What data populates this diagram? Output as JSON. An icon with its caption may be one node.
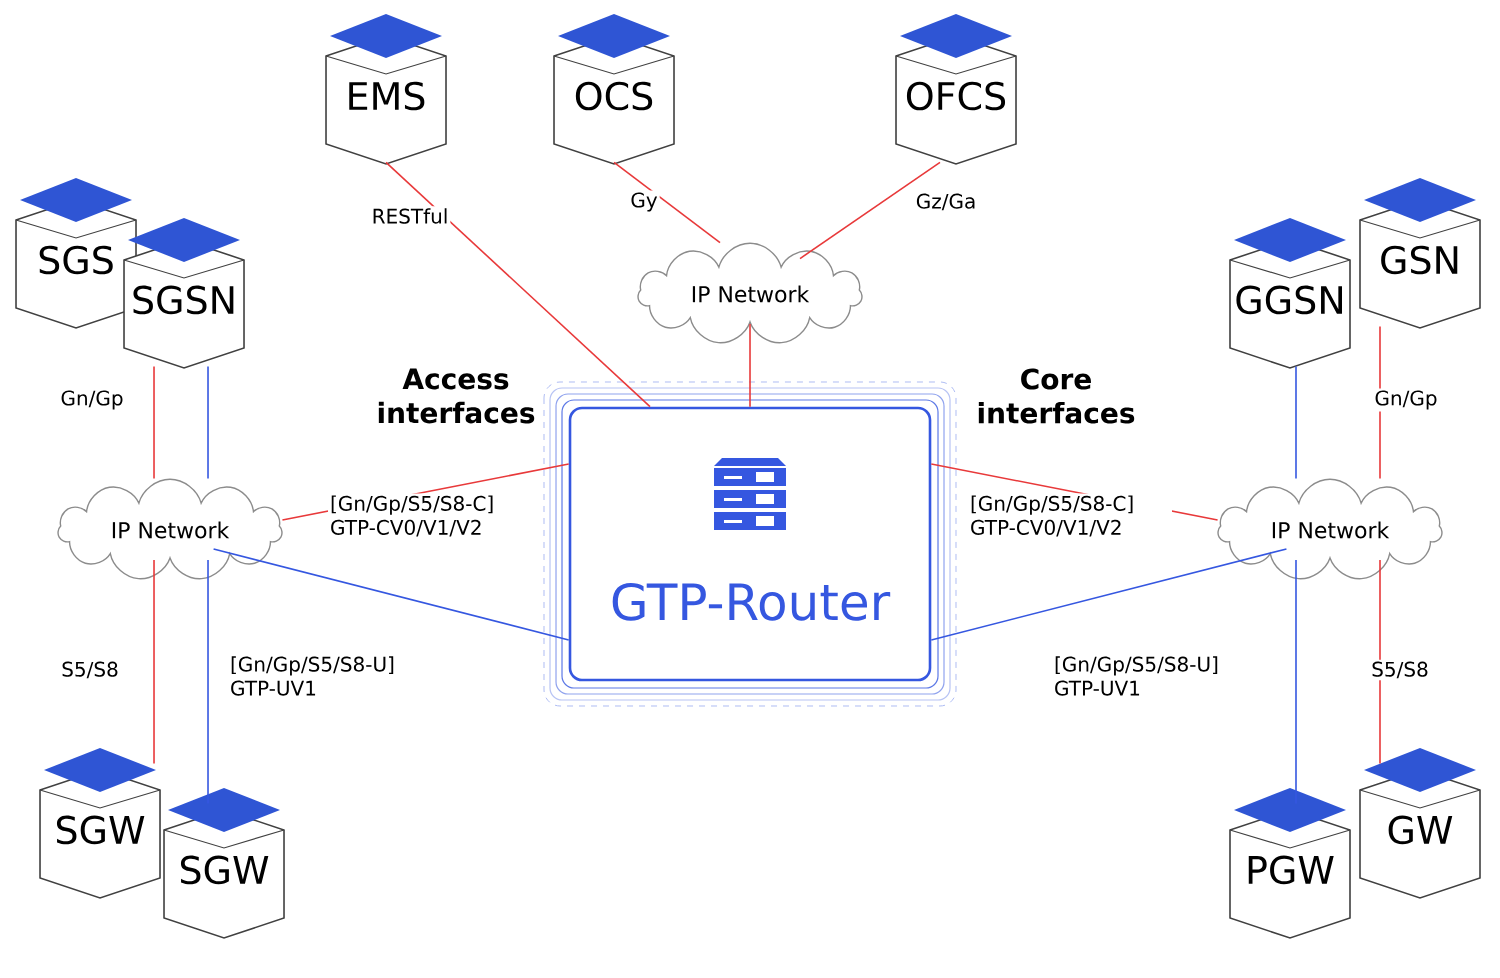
{
  "diagram": {
    "nodes": [
      {
        "text": [
          "EMS"
        ]
      },
      {
        "text": [
          "OCS"
        ]
      },
      {
        "text": [
          "OFCS"
        ]
      },
      {
        "text": [
          "IP Network"
        ]
      },
      {
        "text": [
          "SGS"
        ]
      },
      {
        "text": [
          "SGSN"
        ]
      },
      {
        "text": [
          "GSN"
        ]
      },
      {
        "text": [
          "GGSN"
        ]
      },
      {
        "text": [
          "IP Network"
        ]
      },
      {
        "text": [
          "GTP-Router"
        ]
      },
      {
        "text": [
          "IP Network"
        ]
      },
      {
        "text": [
          "SGW"
        ]
      },
      {
        "text": [
          "SGW"
        ]
      },
      {
        "text": [
          "PGW"
        ]
      },
      {
        "text": [
          "GW"
        ]
      }
    ],
    "edges": [
      {
        "from": 0,
        "to": 9,
        "arrow": "none",
        "label": "RESTful"
      },
      {
        "from": 1,
        "to": 3,
        "arrow": "none",
        "label": "Gy"
      },
      {
        "from": 2,
        "to": 3,
        "arrow": "none",
        "label": "Gz/Ga"
      },
      {
        "from": 3,
        "to": 9,
        "arrow": "none"
      },
      {
        "from": 5,
        "to": 8,
        "arrow": "none",
        "label": "Gn/Gp"
      },
      {
        "from": 5,
        "to": 8,
        "arrow": "none",
        "color": "#3557e0"
      },
      {
        "from": 8,
        "to": 11,
        "arrow": "none",
        "label": "S5/S8"
      },
      {
        "from": 8,
        "to": 12,
        "arrow": "none",
        "color": "#3557e0"
      },
      {
        "from": 8,
        "to": 9,
        "arrow": "none",
        "label": "[Gn/Gp/S5/S8-C] GTP-CV0/V1/V2"
      },
      {
        "from": 8,
        "to": 9,
        "arrow": "none",
        "color": "#3557e0",
        "label": "[Gn/Gp/S5/S8-U] GTP-UV1"
      },
      {
        "from": 9,
        "to": 10,
        "arrow": "none",
        "label": "[Gn/Gp/S5/S8-C] GTP-CV0/V1/V2"
      },
      {
        "from": 9,
        "to": 10,
        "arrow": "none",
        "color": "#3557e0",
        "label": "[Gn/Gp/S5/S8-U] GTP-UV1"
      },
      {
        "from": 7,
        "to": 10,
        "arrow": "none",
        "color": "#3557e0"
      },
      {
        "from": 6,
        "to": 10,
        "arrow": "none",
        "label": "Gn/Gp"
      },
      {
        "from": 10,
        "to": 13,
        "arrow": "none",
        "color": "#3557e0"
      },
      {
        "from": 10,
        "to": 14,
        "arrow": "none",
        "label": "S5/S8"
      }
    ],
    "labels": [
      "Access interfaces",
      "Core interfaces"
    ]
  }
}
